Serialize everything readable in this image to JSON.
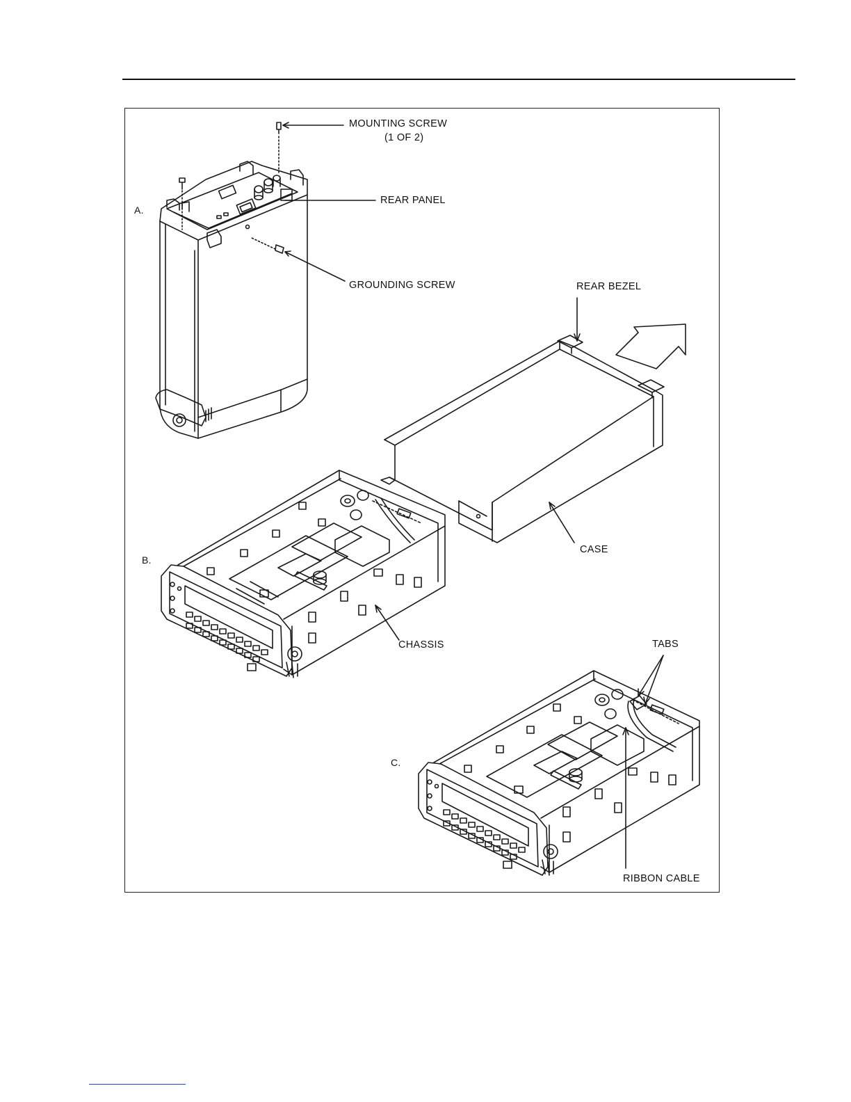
{
  "labels": {
    "mounting_screw": "MOUNTING SCREW",
    "mounting_screw_count": "(1 OF 2)",
    "rear_panel": "REAR PANEL",
    "grounding_screw": "GROUNDING  SCREW",
    "rear_bezel": "REAR BEZEL",
    "case": "CASE",
    "chassis": "CHASSIS",
    "tabs": "TABS",
    "ribbon_cable": "RIBBON CABLE"
  },
  "views": {
    "a": "A.",
    "b": "B.",
    "c": "C."
  },
  "colors": {
    "line": "#1a1a1a",
    "rule_link": "#3344cc"
  }
}
